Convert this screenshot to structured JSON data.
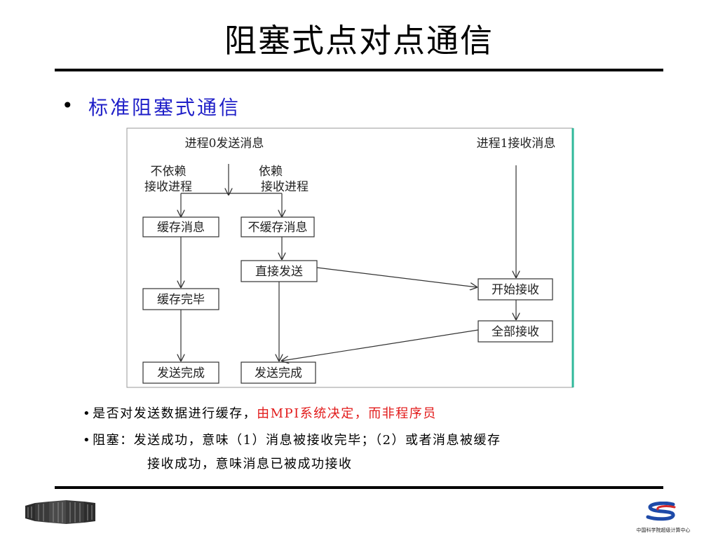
{
  "title": "阻塞式点对点通信",
  "subtitle": "标准阻塞式通信",
  "bullet_glyph": "•",
  "diagram": {
    "header_left": "进程0发送消息",
    "header_right": "进程1接收消息",
    "branch_left_line1": "不依赖",
    "branch_left_line2": "接收进程",
    "branch_right_line1": "依赖",
    "branch_right_line2": "接收进程",
    "box_buffer": "缓存消息",
    "box_no_buffer": "不缓存消息",
    "box_direct_send": "直接发送",
    "box_buffer_done": "缓存完毕",
    "box_send_done_left": "发送完成",
    "box_send_done_right": "发送完成",
    "box_start_recv": "开始接收",
    "box_all_recv": "全部接收"
  },
  "notes": {
    "line1_black": "是否对发送数据进行缓存，",
    "line1_red": "由MPI系统决定，而非程序员",
    "line2": "阻塞：发送成功，意味（1）消息被接收完毕；（2）或者消息被缓存",
    "line3": "接收成功，意味消息已被成功接收"
  },
  "logo_right_text": "中国科学院超级计算中心",
  "colors": {
    "subtitle": "#1f1fc8",
    "highlight": "#e21a1a",
    "diagram_border_right": "#2fb89a"
  }
}
